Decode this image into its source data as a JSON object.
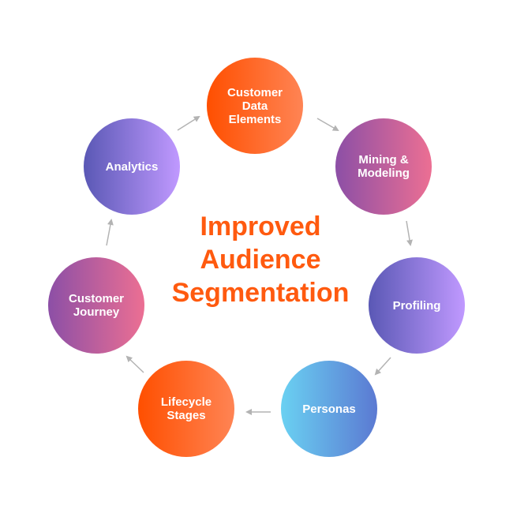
{
  "diagram": {
    "title_lines": [
      "Improved",
      "Audience",
      "Segmentation"
    ],
    "nodes": [
      {
        "id": "customer-data",
        "label": "Customer\nData\nElements",
        "gradient": [
          "#ff4f00",
          "#ff8454"
        ]
      },
      {
        "id": "mining",
        "label": "Mining &\nModeling",
        "gradient": [
          "#8c4fa6",
          "#ec6f93"
        ]
      },
      {
        "id": "profiling",
        "label": "Profiling",
        "gradient": [
          "#5a58b5",
          "#c099ff"
        ]
      },
      {
        "id": "personas",
        "label": "Personas",
        "gradient": [
          "#6ad1f2",
          "#5b79d2"
        ]
      },
      {
        "id": "lifecycle",
        "label": "Lifecycle\nStages",
        "gradient": [
          "#ff4f00",
          "#ff8454"
        ]
      },
      {
        "id": "journey",
        "label": "Customer\nJourney",
        "gradient": [
          "#8c4fa6",
          "#ec6f93"
        ]
      },
      {
        "id": "analytics",
        "label": "Analytics",
        "gradient": [
          "#5a58b5",
          "#c099ff"
        ]
      }
    ],
    "colors": {
      "title": "#ff5a0f",
      "arrow": "#b3b3b3"
    },
    "flow": "clockwise cycle"
  }
}
